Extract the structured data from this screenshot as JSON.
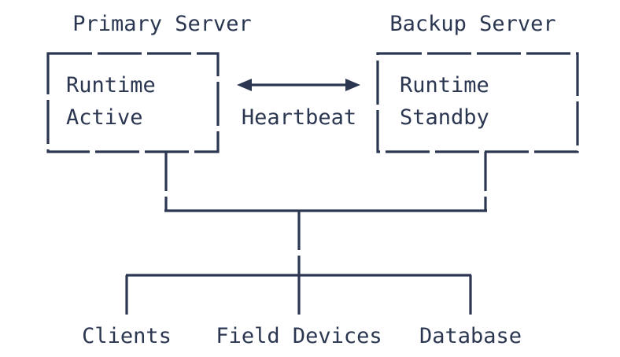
{
  "diagram": {
    "title_primary": "Primary Server",
    "title_backup": "Backup Server",
    "nodes": {
      "primary": {
        "line1": "Runtime",
        "line2": "Active"
      },
      "backup": {
        "line1": "Runtime",
        "line2": "Standby"
      }
    },
    "edges": {
      "heartbeat_label": "Heartbeat"
    },
    "leaves": [
      {
        "label": "Clients"
      },
      {
        "label": "Field Devices"
      },
      {
        "label": "Database"
      }
    ],
    "colors": {
      "stroke": "#2b3650",
      "text": "#2b3650",
      "background": "#ffffff"
    }
  }
}
